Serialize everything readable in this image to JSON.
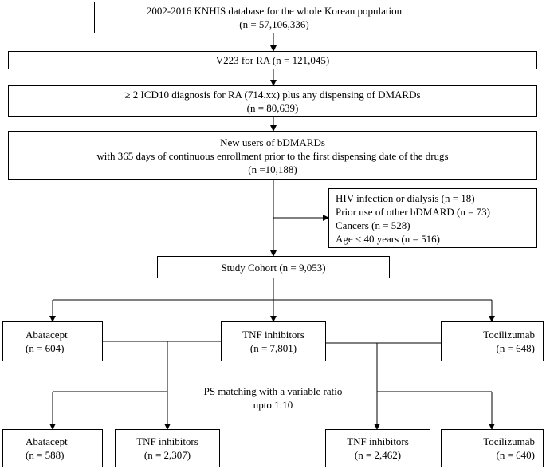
{
  "boxes": {
    "population": {
      "line1": "2002-2016 KNHIS database for the whole Korean population",
      "line2": "(n = 57,106,336)"
    },
    "v223": {
      "line1": "V223 for RA (n = 121,045)"
    },
    "icd10": {
      "line1": "≥ 2 ICD10 diagnosis for RA (714.xx) plus any dispensing of DMARDs",
      "line2": "(n = 80,639)"
    },
    "new_users": {
      "line1": "New users of bDMARDs",
      "line2": "with 365 days of continuous enrollment prior to the first dispensing date of the drugs",
      "line3": "(n =10,188)"
    },
    "exclusions": {
      "items": [
        "HIV infection or dialysis (n = 18)",
        "Prior use of other bDMARD (n = 73)",
        "Cancers (n = 528)",
        "Age < 40 years (n = 516)"
      ]
    },
    "study_cohort": {
      "line1": "Study Cohort (n = 9,053)"
    },
    "abatacept": {
      "line1": "Abatacept",
      "line2": "(n = 604)"
    },
    "tnf": {
      "line1": "TNF inhibitors",
      "line2": "(n = 7,801)"
    },
    "tocilizumab": {
      "line1": "Tocilizumab",
      "line2": "(n = 648)"
    },
    "abatacept_matched": {
      "line1": "Abatacept",
      "line2": "(n = 588)"
    },
    "tnf_matched_1": {
      "line1": "TNF inhibitors",
      "line2": "(n = 2,307)"
    },
    "tnf_matched_2": {
      "line1": "TNF inhibitors",
      "line2": "(n = 2,462)"
    },
    "tocilizumab_matched": {
      "line1": "Tocilizumab",
      "line2": "(n = 640)"
    }
  },
  "ps_matching": {
    "line1": "PS matching with a variable ratio",
    "line2": "upto 1:10"
  }
}
